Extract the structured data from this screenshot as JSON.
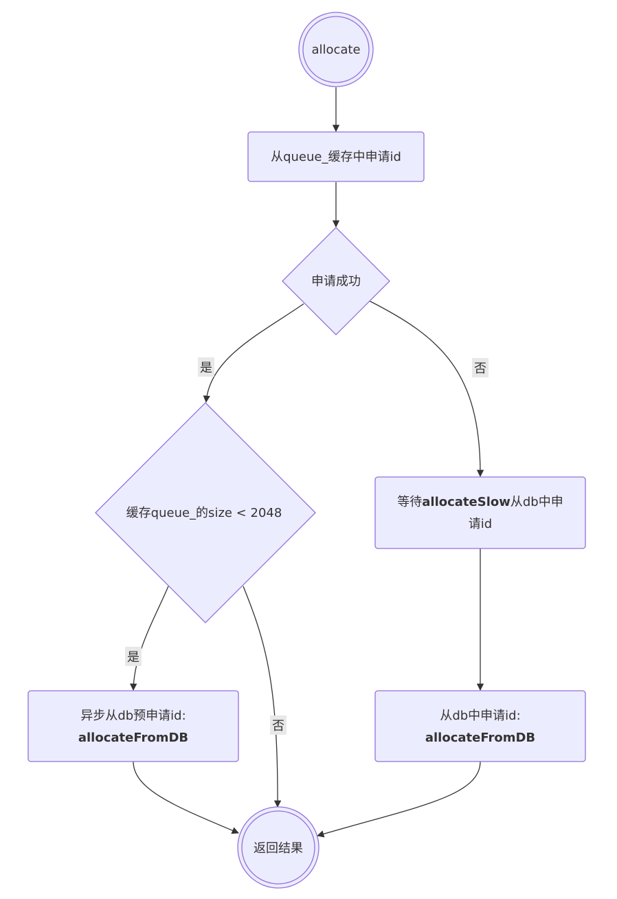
{
  "diagram": {
    "nodes": {
      "start": {
        "text": "allocate"
      },
      "fetch_queue": {
        "text": "从queue_缓存中申请id"
      },
      "check_success": {
        "text": "申请成功"
      },
      "check_size": {
        "text": "缓存queue_的size < 2048"
      },
      "wait_slow": {
        "text_a": "等待",
        "text_bold": "allocateSlow",
        "text_b": "从db中申",
        "text_line2": "请id"
      },
      "async_prefetch": {
        "line1": "异步从db预申请id:",
        "line2": "allocateFromDB"
      },
      "fetch_db": {
        "line1": "从db中申请id:",
        "line2": "allocateFromDB"
      },
      "end": {
        "text": "返回结果"
      }
    },
    "edges": {
      "success_yes": "是",
      "success_no": "否",
      "size_yes": "是",
      "size_no": "否"
    },
    "colors": {
      "node_fill": "#ECECFF",
      "node_stroke": "#9370DB",
      "edge": "#333333",
      "edge_label_bg": "#e8e8e8"
    }
  }
}
